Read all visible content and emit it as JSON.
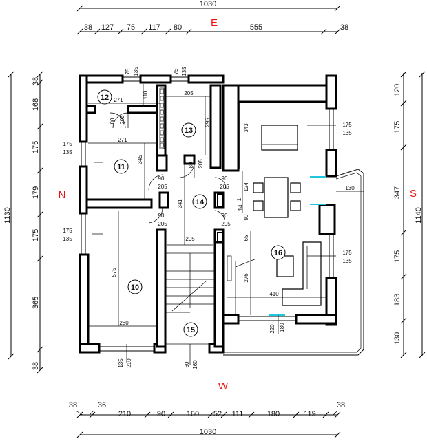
{
  "compass": {
    "north": "N",
    "east": "E",
    "south": "S",
    "west": "W"
  },
  "top": {
    "total": "1030",
    "segments": [
      "38",
      "127",
      "75",
      "117",
      "80",
      "555",
      "38"
    ]
  },
  "bottom": {
    "total": "1030",
    "segments": [
      "38",
      "36",
      "210",
      "90",
      "160",
      "52",
      "111",
      "180",
      "119",
      "38"
    ]
  },
  "left": {
    "total": "1130",
    "segments": [
      "38",
      "168",
      "175",
      "179",
      "175",
      "365",
      "38"
    ]
  },
  "right": {
    "total": "1140",
    "segments": [
      "120",
      "175",
      "347",
      "175",
      "183",
      "130"
    ]
  },
  "rooms": [
    {
      "id": "room-11",
      "label": "11"
    },
    {
      "id": "room-12",
      "label": "12"
    },
    {
      "id": "room-13",
      "label": "13"
    },
    {
      "id": "room-14",
      "label": "14"
    },
    {
      "id": "room-15",
      "label": "15"
    },
    {
      "id": "room-16",
      "label": "16"
    },
    {
      "id": "room-10",
      "label": "10"
    }
  ],
  "inner": {
    "d75a": "75",
    "d135a": "135",
    "d75b": "75",
    "d135b": "135",
    "d271a": "271",
    "d271b": "271",
    "d110": "110",
    "d80a": "80",
    "d205a": "205",
    "d175L1": "175",
    "d135L1": "135",
    "d175L2": "175",
    "d135L2": "135",
    "d345": "345",
    "d205b": "205",
    "d295": "295",
    "d80b": "80",
    "d205c": "205",
    "d90a": "90",
    "d205d": "205",
    "d90b": "90",
    "d205e": "205",
    "d341": "341",
    "d90c": "90",
    "d205f": "205",
    "d90d": "90",
    "d205g": "205",
    "d205h": "205",
    "d343": "343",
    "d124": "124",
    "d14": "14",
    "d90e": "90",
    "d65": "65",
    "d276": "276",
    "d410": "410",
    "d175R1": "175",
    "d135R1": "135",
    "d175R2": "175",
    "d135R2": "135",
    "d130": "130",
    "d180": "180",
    "d220": "220",
    "d575": "575",
    "d280": "280",
    "d210": "210",
    "d135c": "135",
    "d160": "160",
    "d60": "60",
    "d1": "1"
  }
}
